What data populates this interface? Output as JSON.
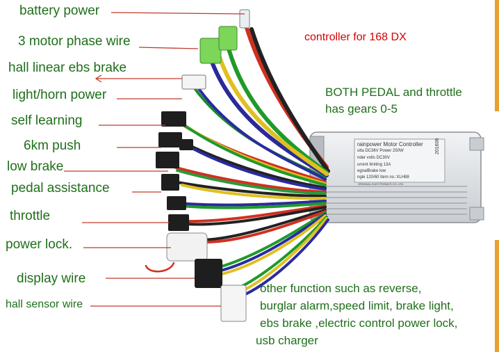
{
  "labels": [
    {
      "id": "battery-power",
      "text": "battery power"
    },
    {
      "id": "motor-phase",
      "text": "3 motor phase wire"
    },
    {
      "id": "hall-ebs",
      "text": "hall linear ebs brake"
    },
    {
      "id": "light-horn",
      "text": "light/horn power"
    },
    {
      "id": "self-learning",
      "text": "self learning"
    },
    {
      "id": "push-6km",
      "text": "6km push"
    },
    {
      "id": "low-brake",
      "text": "low brake"
    },
    {
      "id": "pedal-assist",
      "text": "pedal assistance"
    },
    {
      "id": "throttle",
      "text": "throttle"
    },
    {
      "id": "power-lock",
      "text": "power lock."
    },
    {
      "id": "display-wire",
      "text": "display wire"
    },
    {
      "id": "hall-sensor",
      "text": "hall sensor wire"
    }
  ],
  "notes": {
    "controller_title": "controller for 168 DX",
    "gears_line1": "BOTH PEDAL and throttle",
    "gears_line2": "has gears 0-5",
    "other_line1": "other function such as reverse,",
    "other_line2": "burglar alarm,speed limit, brake light,",
    "other_line3": "ebs brake ,electric control power lock,",
    "other_line4": "usb charger"
  },
  "controller_label": {
    "brand": "rainpower Motor Controller",
    "line1": "ulta DC36V    Power 250W",
    "line2": "nder volts DC30V",
    "line3": "urrent limiting 13A",
    "line4": "egnalBrake low",
    "line5": "ngle 120/60   Item no.:XLH88",
    "side": "201606",
    "maker": "ORIGINAL ELECTRONICS CO.,LTD."
  },
  "colors": {
    "label_green": "#1f6f1a",
    "pointer_red": "#c0392b",
    "note_red": "#d40000",
    "controller_body": "#dfe3e6"
  }
}
